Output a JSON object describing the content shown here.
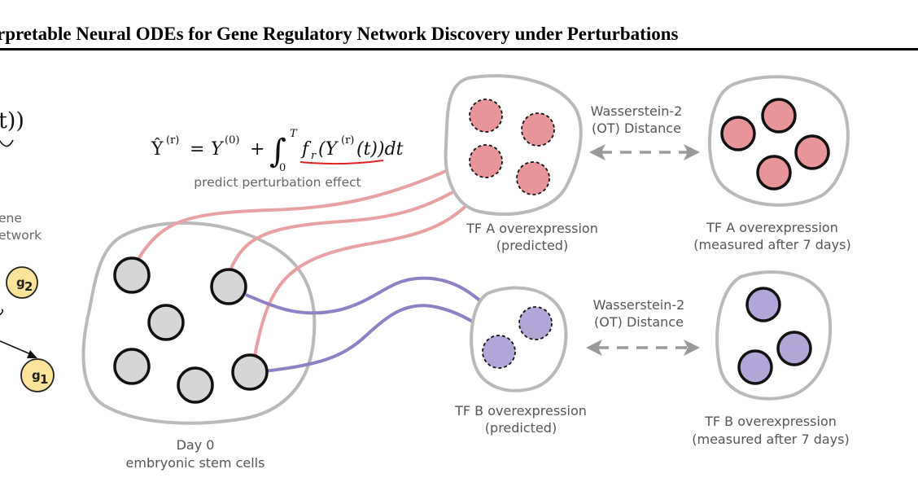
{
  "title": "rpretable Neural ODEs for Gene Regulatory Network Discovery under Perturbations",
  "equation": {
    "lhs": "Ŷ",
    "lhs_sup": "(r)",
    "equals": "=",
    "y0": "Y",
    "y0_sup": "(0)",
    "plus": "+",
    "integral": "∫",
    "upper": "T",
    "lower": "0",
    "fr": "f",
    "fr_sub": "r",
    "arg_open": "(Y",
    "arg_sup": "(r)",
    "arg_close": "(t))dt",
    "caption": "predict perturbation effect"
  },
  "left_partial": {
    "fragment": "t))",
    "gene_label_1": "ene",
    "gene_label_2": "etwork"
  },
  "genes": [
    {
      "name": "g",
      "sub": "2"
    },
    {
      "name": "g",
      "sub": "1"
    }
  ],
  "source": {
    "label_1": "Day 0",
    "label_2": "embryonic stem cells"
  },
  "tf_a_predicted": {
    "label_1": "TF A overexpression",
    "label_2": "(predicted)"
  },
  "tf_a_measured": {
    "label_1": "TF A overexpression",
    "label_2": "(measured after 7 days)"
  },
  "tf_b_predicted": {
    "label_1": "TF B overexpression",
    "label_2": "(predicted)"
  },
  "tf_b_measured": {
    "label_1": "TF B overexpression",
    "label_2": "(measured after 7 days)"
  },
  "distance_a": {
    "label_1": "Wasserstein-2",
    "label_2": "(OT) Distance"
  },
  "distance_b": {
    "label_1": "Wasserstein-2",
    "label_2": "(OT) Distance"
  },
  "colors": {
    "pink_fill": "#e8959a",
    "pink_arrow": "#e8a0a2",
    "purple_fill": "#b2a6d8",
    "purple_arrow": "#8f7fc4",
    "gray_fill": "#d6d6d6",
    "blob_stroke": "#b9b9b9",
    "gene_fill": "#fbe39a",
    "underline": "#e02020"
  }
}
